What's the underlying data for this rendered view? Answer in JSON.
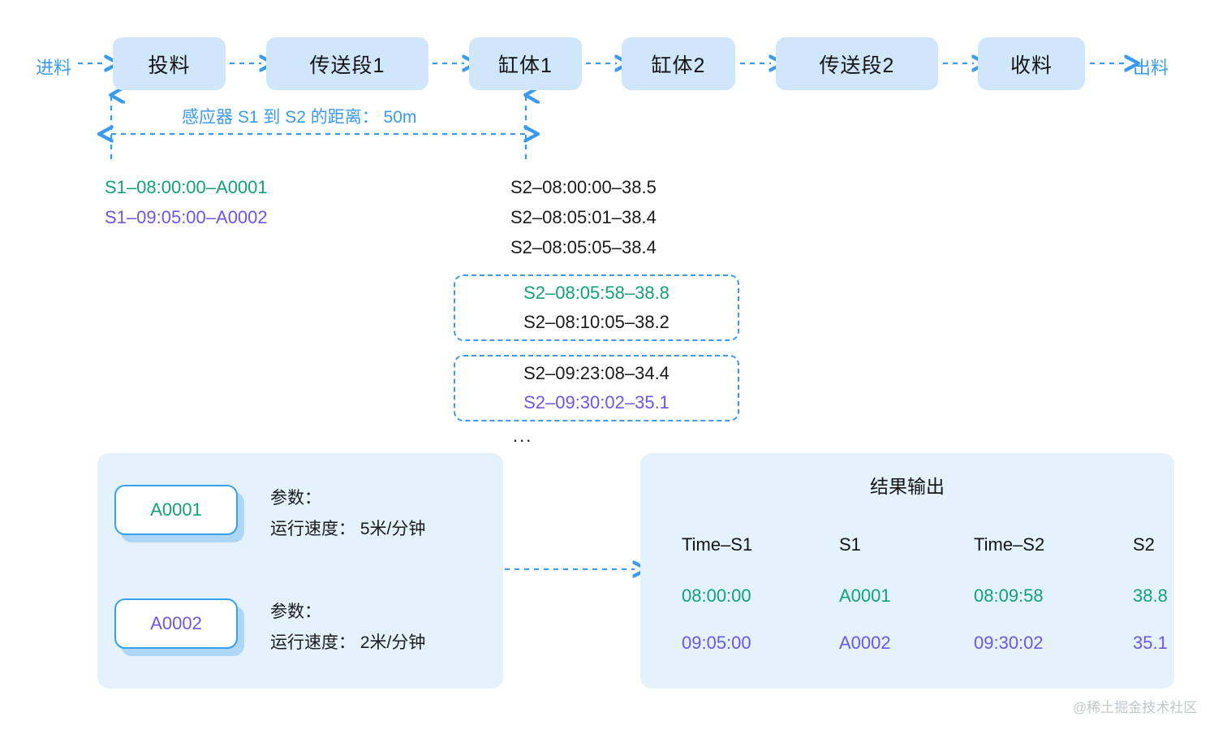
{
  "flow": {
    "input_label": "进料",
    "output_label": "出料",
    "stages": [
      {
        "label": "投料"
      },
      {
        "label": "传送段1"
      },
      {
        "label": "缸体1"
      },
      {
        "label": "缸体2"
      },
      {
        "label": "传送段2"
      },
      {
        "label": "收料"
      }
    ]
  },
  "distance": {
    "caption": "感应器 S1 到 S2 的距离： 50m",
    "value": "50m"
  },
  "s1_log": {
    "lines": [
      {
        "text": "S1–08:00:00–A0001",
        "color": "green"
      },
      {
        "text": "S1–09:05:00–A0002",
        "color": "purple"
      }
    ]
  },
  "s2_log": {
    "lines": [
      {
        "text": "S2–08:00:00–38.5",
        "color": "dark"
      },
      {
        "text": "S2–08:05:01–38.4",
        "color": "dark"
      },
      {
        "text": "S2–08:05:05–38.4",
        "color": "dark"
      }
    ]
  },
  "s2_group_1": {
    "lines": [
      {
        "text": "S2–08:05:58–38.8",
        "color": "green"
      },
      {
        "text": "S2–08:10:05–38.2",
        "color": "dark"
      }
    ]
  },
  "s2_group_2": {
    "lines": [
      {
        "text": "S2–09:23:08–34.4",
        "color": "dark"
      },
      {
        "text": "S2–09:30:02–35.1",
        "color": "purple"
      }
    ]
  },
  "ellipsis": "...",
  "devices": {
    "items": [
      {
        "id": "A0001",
        "id_color": "green",
        "param_title": "参数：",
        "param_line": "运行速度： 5米/分钟",
        "speed": "5米/分钟"
      },
      {
        "id": "A0002",
        "id_color": "purple",
        "param_title": "参数：",
        "param_line": "运行速度： 2米/分钟",
        "speed": "2米/分钟"
      }
    ]
  },
  "result": {
    "title": "结果输出",
    "columns": [
      "Time–S1",
      "S1",
      "Time–S2",
      "S2"
    ],
    "rows": [
      {
        "color": "green",
        "cells": [
          "08:00:00",
          "A0001",
          "08:09:58",
          "38.8"
        ]
      },
      {
        "color": "purple",
        "cells": [
          "09:05:00",
          "A0002",
          "09:30:02",
          "35.1"
        ]
      }
    ]
  },
  "watermark": "@稀土掘金技术社区",
  "colors": {
    "accent_blue": "#3a9bf0",
    "box_fill": "#cfe6fb",
    "panel_fill": "#e3f2fd",
    "green": "#13a277",
    "purple": "#6b57e8",
    "dark": "#1b1b1b"
  }
}
